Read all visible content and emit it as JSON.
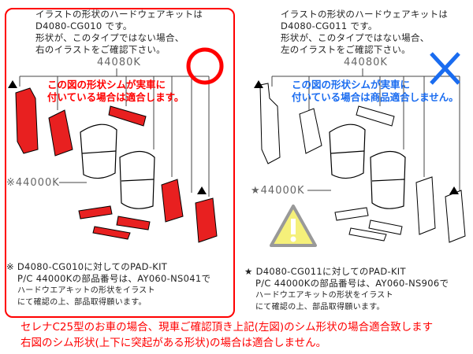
{
  "left": {
    "intro": [
      "イラストの形状のハードウェアキットは",
      "D4080-CG010 です。",
      "形状が、このタイプではない場合、",
      "右のイラストをご確認下さい。"
    ],
    "kit_part": "44080K",
    "pad_part": "※44000K",
    "overlay": [
      "この図の形状シムが実車に",
      "付いている場合は適合します。"
    ],
    "notes": [
      "※ D4080-CG010に対してのPAD-KIT",
      "P/C 44000Kの部品番号は、AY060-NS041で",
      "ハードウエアキットの形状をイラスト",
      "にて確認の上、部品取得願います。"
    ],
    "mark": "circle",
    "color": "#ff0000"
  },
  "right": {
    "intro": [
      "イラストの形状のハードウェアキットは",
      "D4080-CG011 です。",
      "形状が、このタイプではない場合、",
      "左のイラストをご確認下さい。"
    ],
    "kit_part": "44080K",
    "pad_part": "★44000K",
    "overlay": [
      "この図の形状シムが実車に",
      "付いている場合は商品適合しません。"
    ],
    "notes": [
      "★ D4080-CG011に対してのPAD-KIT",
      "P/C 44000Kの部品番号は、AY060-NS906で",
      "ハードウエアキットの形状をイラスト",
      "にて確認の上、部品取得願います。"
    ],
    "mark": "cross",
    "color": "#1a6cf0"
  },
  "bottom_text": [
    "セレナC25型のお車の場合、現車ご確認頂き上記(左図)のシム形状の場合適合致します",
    "右図のシム形状(上下に突起がある形状)の場合は適合しません。"
  ]
}
